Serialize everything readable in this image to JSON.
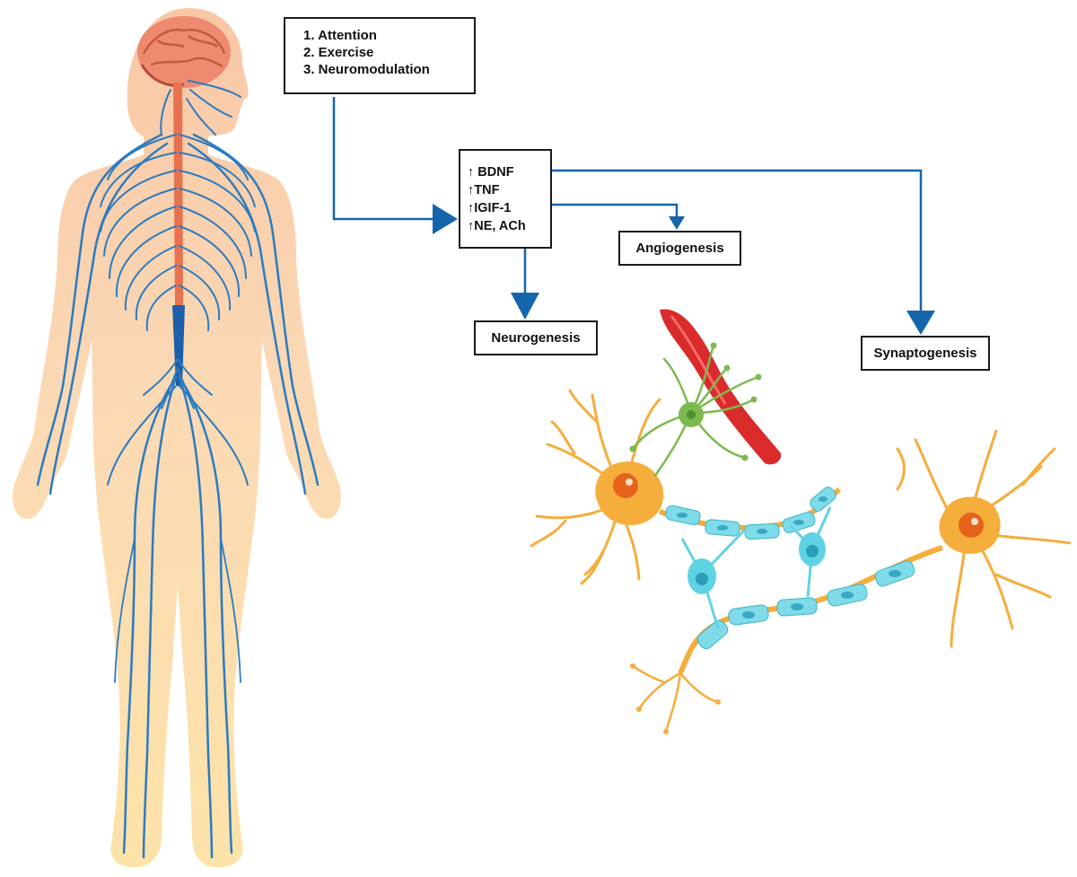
{
  "interventions": {
    "items": [
      "1.  Attention",
      "2.  Exercise",
      "3.  Neuromodulation"
    ]
  },
  "factors": {
    "items": [
      "↑ BDNF",
      "↑TNF",
      "↑IGIF-1",
      "↑NE, ACh"
    ]
  },
  "outcomes": {
    "angiogenesis": "Angiogenesis",
    "neurogenesis": "Neurogenesis",
    "synaptogenesis": "Synaptogenesis"
  },
  "colors": {
    "arrow": "#1565ad",
    "body_skin": "#f7c9a6",
    "body_lower": "#fbe0a6",
    "brain": "#ee8a6f",
    "nerves": "#2b7bc0",
    "spinal_cord": "#e8724f",
    "vessel": "#d92b2b",
    "astrocyte": "#7cba4f",
    "neuron": "#f5ad3c",
    "neuron_nucleus": "#e6631c",
    "glia": "#5fd3e3",
    "myelin": "#7fdbe8"
  }
}
